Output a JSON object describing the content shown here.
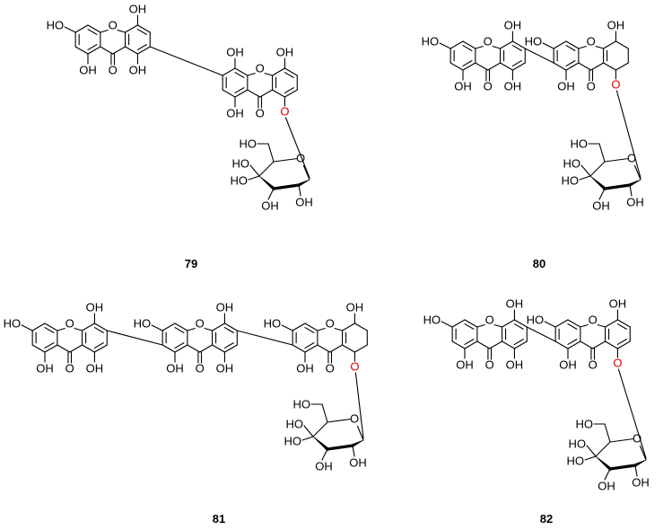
{
  "compounds": [
    {
      "number": "79"
    },
    {
      "number": "80"
    },
    {
      "number": "81"
    },
    {
      "number": "82"
    }
  ],
  "atoms": {
    "hydroxyl": "OH",
    "hydroxyl_left": "HO",
    "carbonyl_oxygen": "O",
    "ring_oxygen": "O",
    "glycosidic_oxygen": "O"
  },
  "colors": {
    "bonds": "#000000",
    "glycosidic_oxygen": "#e00000",
    "background": "#ffffff"
  }
}
